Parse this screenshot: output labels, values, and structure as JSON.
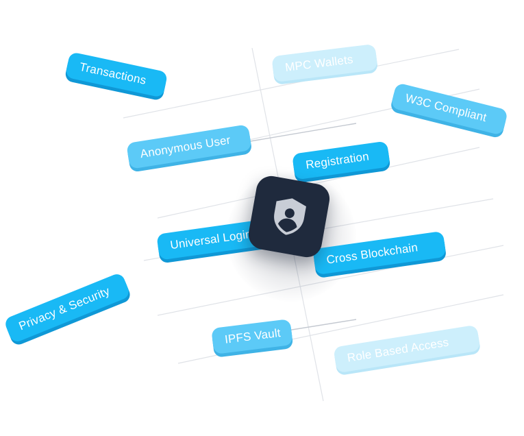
{
  "tags": {
    "transactions": "Transactions",
    "mpc_wallets": "MPC Wallets",
    "w3c_compliant": "W3C Compliant",
    "anonymous_user": "Anonymous User",
    "registration": "Registration",
    "universal_login": "Universal Login",
    "cross_blockchain": "Cross Blockchain",
    "privacy_security": "Privacy & Security",
    "ipfs_vault": "IPFS Vault",
    "role_based_access": "Role Based Access"
  },
  "center_icon": "user-shield-icon",
  "colors": {
    "pill_strong": "#19b9f5",
    "pill_mid": "#5ccaf7",
    "pill_faint": "#cdeffc",
    "icon_tile": "#1f2a3d",
    "grid_line": "#d9dde3"
  }
}
